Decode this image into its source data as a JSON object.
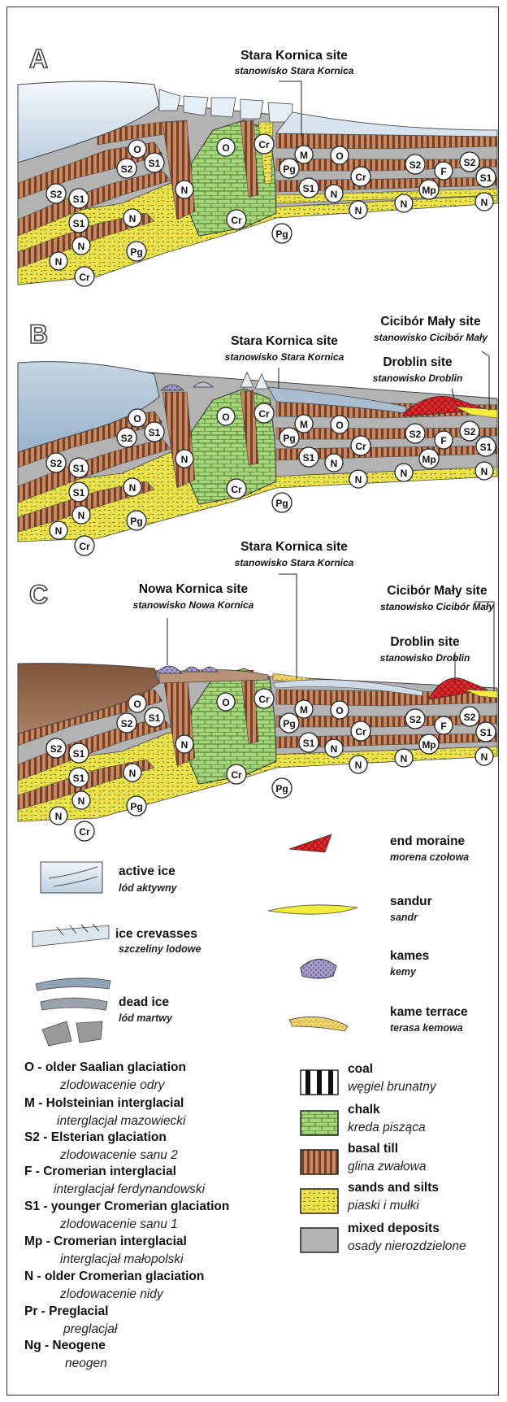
{
  "panels": [
    {
      "letter": "A"
    },
    {
      "letter": "B"
    },
    {
      "letter": "C"
    }
  ],
  "sites": {
    "stara_kornica": {
      "en": "Stara Kornica site",
      "pl": "stanowisko Stara Kornica"
    },
    "ciciebor": {
      "en": "Cicibór Mały site",
      "pl": "stanowisko Cicibór Mały"
    },
    "droblin": {
      "en": "Droblin site",
      "pl": "stanowisko Droblin"
    },
    "nowa_kornica": {
      "en": "Nowa Kornica site",
      "pl": "stanowisko Nowa Kornica"
    }
  },
  "unit_labels": [
    "O",
    "M",
    "S2",
    "F",
    "S1",
    "Mp",
    "N",
    "Pg",
    "Cr"
  ],
  "legend_landforms": [
    {
      "en": "active ice",
      "pl": "lód aktywny"
    },
    {
      "en": "ice crevasses",
      "pl": "szczeliny lodowe"
    },
    {
      "en": "dead ice",
      "pl": "lód martwy"
    },
    {
      "en": "end moraine",
      "pl": "morena czołowa"
    },
    {
      "en": "sandur",
      "pl": "sandr"
    },
    {
      "en": "kames",
      "pl": "kemy"
    },
    {
      "en": "kame terrace",
      "pl": "terasa kemowa"
    }
  ],
  "legend_units": [
    {
      "en": "O - older Saalian glaciation",
      "pl": "zlodowacenie odry"
    },
    {
      "en": "M - Holsteinian interglacial",
      "pl": "interglacjał mazowiecki"
    },
    {
      "en": "S2 - Elsterian glaciation",
      "pl": "zlodowacenie sanu 2"
    },
    {
      "en": "F - Cromerian interglacial",
      "pl": "interglacjał ferdynandowski"
    },
    {
      "en": "S1 - younger Cromerian glaciation",
      "pl": "zlodowacenie sanu 1"
    },
    {
      "en": "Mp - Cromerian interglacial",
      "pl": "interglacjał małopolski"
    },
    {
      "en": "N - older Cromerian glaciation",
      "pl": "zlodowacenie nidy"
    },
    {
      "en": "Pr - Preglacial",
      "pl": "preglacjał"
    },
    {
      "en": "Ng - Neogene",
      "pl": "neogen"
    }
  ],
  "legend_lithology": [
    {
      "en": "coal",
      "pl": "węgiel brunatny"
    },
    {
      "en": "chalk",
      "pl": "kreda pisząca"
    },
    {
      "en": "basal till",
      "pl": "glina zwałowa"
    },
    {
      "en": "sands and silts",
      "pl": "piaski i mułki"
    },
    {
      "en": "mixed deposits",
      "pl": "osady nierozdzielone"
    }
  ],
  "colors": {
    "ice": "#c9d9e6",
    "mixed": "#b3b3b3",
    "till": "#8a4b2e",
    "sand": "#f2e24a",
    "chalk": "#a9d67a",
    "dead_ice": "#8e9aa8",
    "moraine": "#e0262b",
    "sandur": "#f3ec3a",
    "kames": "#9e91c6",
    "kame_terrace": "#c9955f",
    "outwash_brown": "#8a6247"
  }
}
